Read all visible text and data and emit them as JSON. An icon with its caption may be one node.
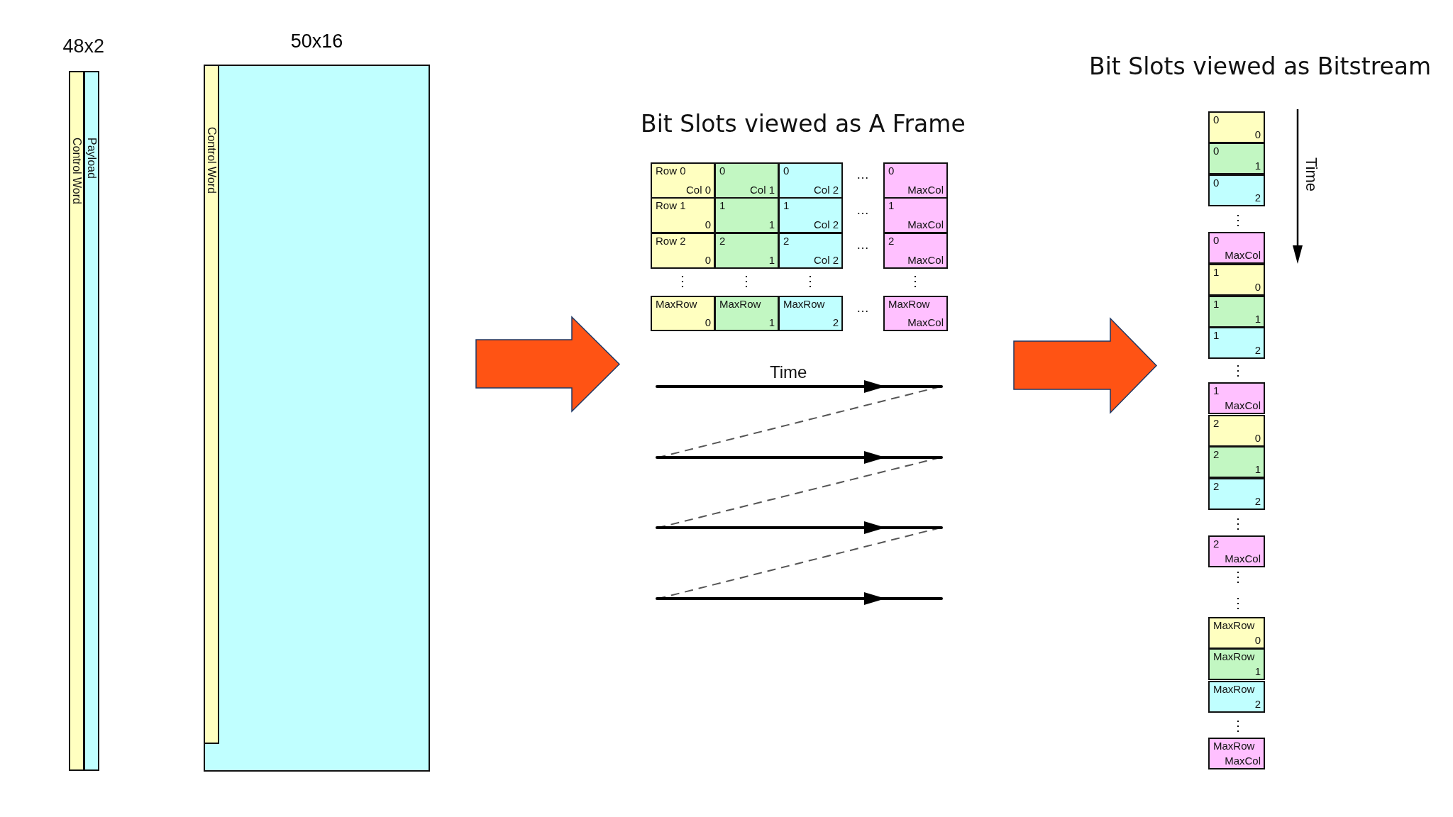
{
  "diagram": {
    "nodes": [
      {
        "text": [
          "Control Word"
        ]
      },
      {
        "text": [
          "Payload"
        ]
      },
      {
        "text": [
          "50x16"
        ]
      },
      {
        "text": [
          "Control Word"
        ],
        "in": 2
      },
      {
        "text": [
          "Row 0",
          "Col 0"
        ]
      },
      {
        "text": [
          "0",
          "Col 1"
        ]
      },
      {
        "text": [
          "0",
          "Col 2"
        ]
      },
      {
        "text": [
          "0",
          "MaxCol"
        ]
      },
      {
        "text": [
          "Row 1",
          "0"
        ]
      },
      {
        "text": [
          "1",
          "1"
        ]
      },
      {
        "text": [
          "1",
          "Col 2"
        ]
      },
      {
        "text": [
          "1",
          "MaxCol"
        ]
      },
      {
        "text": [
          "Row 2",
          "0"
        ]
      },
      {
        "text": [
          "2",
          "1"
        ]
      },
      {
        "text": [
          "2",
          "Col 2"
        ]
      },
      {
        "text": [
          "2",
          "MaxCol"
        ]
      },
      {
        "text": [
          "MaxRow",
          "0"
        ]
      },
      {
        "text": [
          "MaxRow",
          "1"
        ]
      },
      {
        "text": [
          "MaxRow",
          "2"
        ]
      },
      {
        "text": [
          "MaxRow",
          "MaxCol"
        ]
      },
      {
        "text": [
          "0",
          "0"
        ]
      },
      {
        "text": [
          "0",
          "1"
        ]
      },
      {
        "text": [
          "0",
          "2"
        ]
      },
      {
        "text": [
          "0",
          "MaxCol"
        ]
      },
      {
        "text": [
          "1",
          "0"
        ]
      },
      {
        "text": [
          "1",
          "1"
        ]
      },
      {
        "text": [
          "1",
          "2"
        ]
      },
      {
        "text": [
          "1",
          "MaxCol"
        ]
      },
      {
        "text": [
          "2",
          "0"
        ]
      },
      {
        "text": [
          "2",
          "1"
        ]
      },
      {
        "text": [
          "2",
          "2"
        ]
      },
      {
        "text": [
          "2",
          "MaxCol"
        ]
      },
      {
        "text": [
          "MaxRow",
          "0"
        ]
      },
      {
        "text": [
          "MaxRow",
          "1"
        ]
      },
      {
        "text": [
          "MaxRow",
          "2"
        ]
      },
      {
        "text": [
          "MaxRow",
          "MaxCol"
        ]
      }
    ],
    "labels": [
      "48x2",
      "Bit Slots viewed as A Frame",
      "…",
      "…",
      "…",
      "⋮",
      "⋮",
      "⋮",
      "⋮",
      "…",
      "Time",
      "Bit Slots viewed as Bitstream",
      "Time",
      "⋮",
      "⋮",
      "⋮",
      "⋮",
      "⋮",
      "⋮"
    ]
  }
}
